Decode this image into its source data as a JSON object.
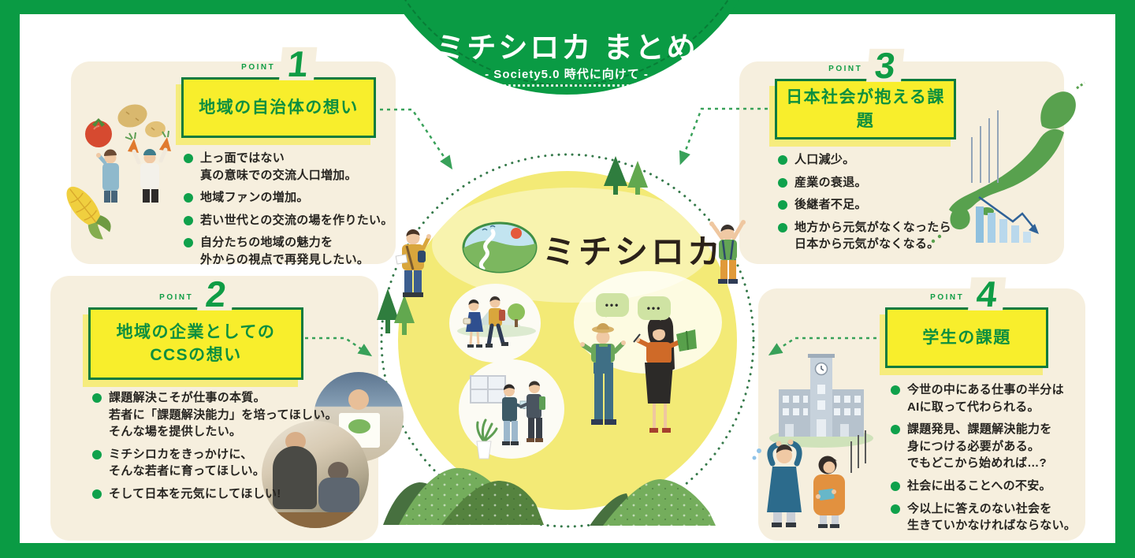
{
  "colors": {
    "frame_green": "#0a9b44",
    "panel_cream": "#f6efde",
    "box_yellow": "#f8ee2c",
    "box_border_green": "#0d7b3e",
    "title_green": "#0c8f3f",
    "bullet_green": "#0fa14b",
    "text_dark": "#262420",
    "circle_yellow": "#f3ea76"
  },
  "header": {
    "title": "ミチシロカ まとめ",
    "subtitle": "- Society5.0 時代に向けて -"
  },
  "center": {
    "logo_text": "ミチシロカ",
    "speech_dots": "•••"
  },
  "points": [
    {
      "point_label": "POINT",
      "number": "1",
      "title": "地域の自治体の想い",
      "bullets": [
        "上っ面ではない\n真の意味での交流人口増加。",
        "地域ファンの増加。",
        "若い世代との交流の場を作りたい。",
        "自分たちの地域の魅力を\n外からの視点で再発見したい。"
      ]
    },
    {
      "point_label": "POINT",
      "number": "2",
      "title": "地域の企業としての\nCCSの想い",
      "bullets": [
        "課題解決こそが仕事の本質。\n若者に「課題解決能力」を培ってほしい。\nそんな場を提供したい。",
        "ミチシロカをきっかけに、\nそんな若者に育ってほしい。",
        "そして日本を元気にしてほしい!"
      ]
    },
    {
      "point_label": "POINT",
      "number": "3",
      "title": "日本社会が抱える課題",
      "bullets": [
        "人口減少。",
        "産業の衰退。",
        "後継者不足。",
        "地方から元気がなくなったら\n日本から元気がなくなる。"
      ]
    },
    {
      "point_label": "POINT",
      "number": "4",
      "title": "学生の課題",
      "bullets": [
        "今世の中にある仕事の半分は\nAIに取って代わられる。",
        "課題発見、課題解決能力を\n身につける必要がある。\nでもどこから始めれば…?",
        "社会に出ることへの不安。",
        "今以上に答えのない社会を\n生きていかなければならない。"
      ]
    }
  ]
}
